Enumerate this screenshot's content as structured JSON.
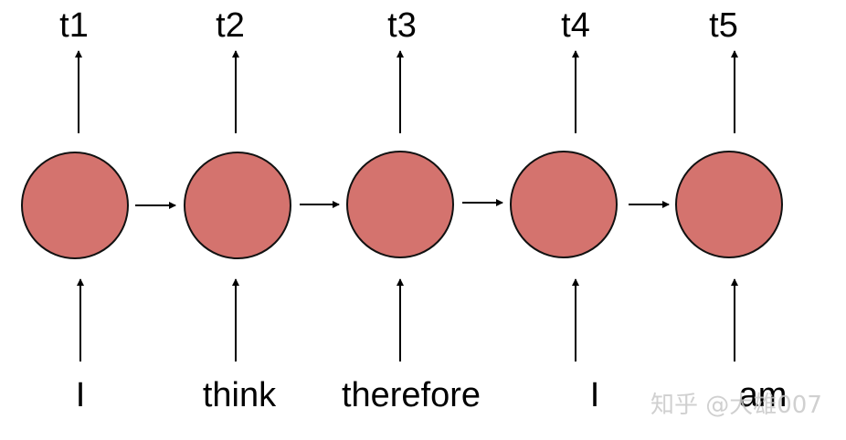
{
  "nodes": [
    {
      "output": "t1",
      "input": "I"
    },
    {
      "output": "t2",
      "input": "think"
    },
    {
      "output": "t3",
      "input": "therefore"
    },
    {
      "output": "t4",
      "input": "I"
    },
    {
      "output": "t5",
      "input": "am"
    }
  ],
  "node_color": "#d4736e",
  "watermark": "知乎 @大雄007"
}
